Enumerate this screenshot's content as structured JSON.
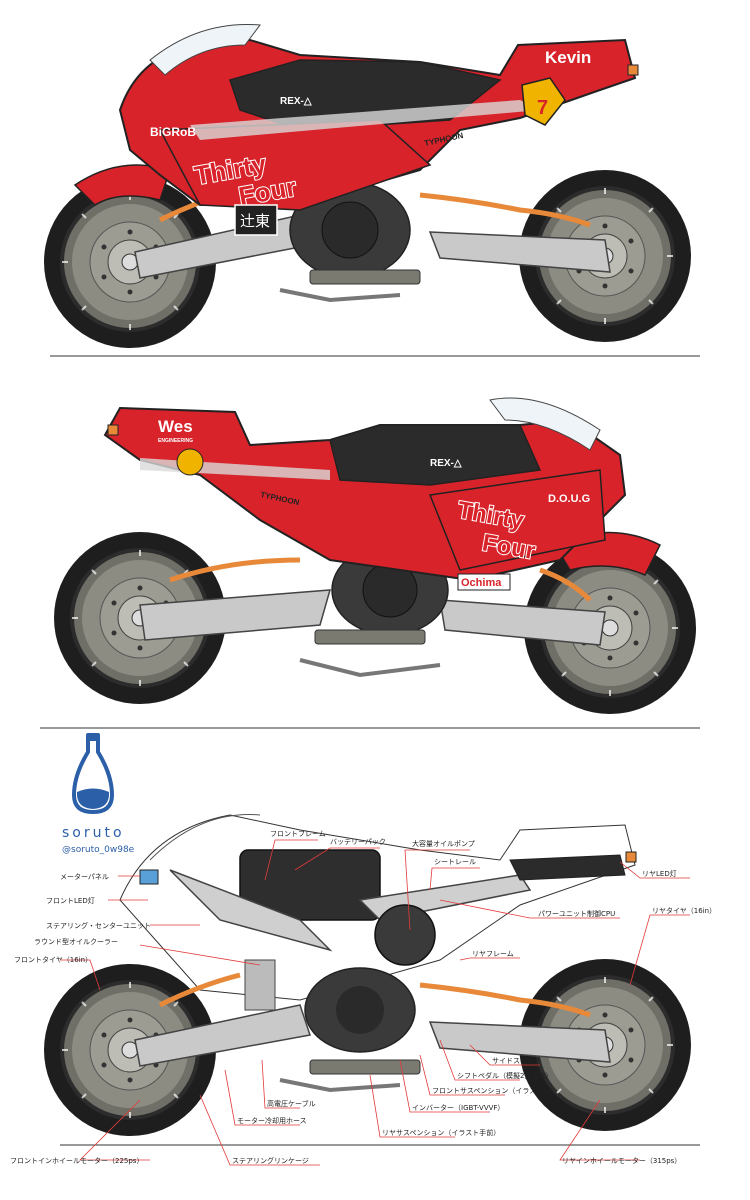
{
  "bike1": {
    "sponsors": {
      "kevin": "Kevin",
      "rexa": "REX-△",
      "bigrob": "BiGRoB",
      "typhoon": "TYPHOON",
      "thirty": "Thirty",
      "four": "Four",
      "badge_num": "7",
      "kanji": "辻東"
    }
  },
  "bike2": {
    "sponsors": {
      "wes": "Wes",
      "wes_sub": "ENGINEERING",
      "rexa": "REX-△",
      "typhoon": "TYPHOON",
      "doug": "D.O.U.G",
      "thirty": "Thirty",
      "four": "Four",
      "ochima": "Ochima"
    }
  },
  "artist": {
    "name": "soruto",
    "handle": "@soruto_0w98e"
  },
  "labels": {
    "front_frame": "フロントフレーム",
    "battery_pack": "バッテリーパック",
    "oil_pump": "大容量オイルポンプ",
    "seat_rail": "シートレール",
    "meter_panel": "メーターパネル",
    "front_light": "フロントLED灯",
    "steering_center": "ステアリング・センターユニット",
    "round_cooler": "ラウンド型オイルクーラー",
    "front_tire": "フロントタイヤ（16in）",
    "rear_light": "リヤLED灯",
    "power_cpu": "パワーユニット制御CPU",
    "rear_tire": "リヤタイヤ（16in）",
    "rear_frame": "リヤフレーム",
    "side_stand": "サイドスタンド",
    "shift_pedal": "シフトペダル（模擬2速変速）",
    "front_susp": "フロントサスペンション（イラスト奥）",
    "inverter": "インバーター（IGBT-VVVF）",
    "hv_cable": "高電圧ケーブル",
    "cooling_hose": "モーター冷却用ホース",
    "rear_susp": "リヤサスペンション（イラスト手前）",
    "front_motor": "フロントインホイールモーター（225ps）",
    "steering_link": "ステアリングリンケージ",
    "rear_motor": "リヤインホイールモーター（315ps）"
  },
  "colors": {
    "red": "#d8232a",
    "dark": "#2b2b2b",
    "frame": "#c9c9c9",
    "tire": "#1e1e1e",
    "hub": "#8c8c82",
    "orange": "#e8893a",
    "leader": "#e23a3a"
  }
}
